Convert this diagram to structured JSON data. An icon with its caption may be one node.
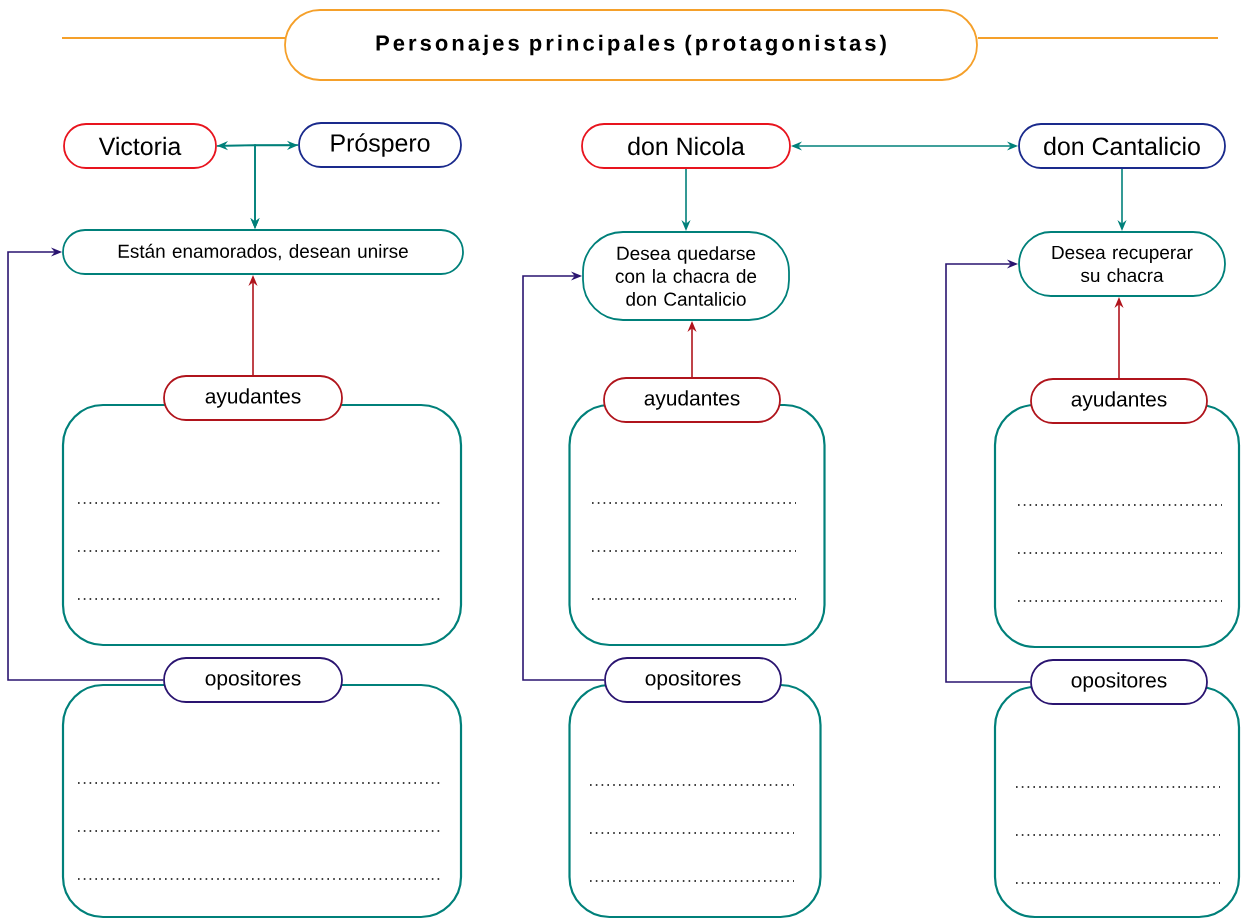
{
  "diagram": {
    "nodes": [
      {
        "text": [
          "Personajes principales (protagonistas)"
        ]
      },
      {
        "text": [
          "Victoria"
        ]
      },
      {
        "text": [
          "Próspero"
        ]
      },
      {
        "text": [
          "don Nicola"
        ]
      },
      {
        "text": [
          "don Cantalicio"
        ]
      },
      {
        "text": [
          "Están enamorados, desean unirse"
        ]
      },
      {
        "text": [
          "Desea quedarse con la chacra de don Cantalicio"
        ]
      },
      {
        "text": [
          "Desea recuperar su chacra"
        ]
      },
      {
        "text": [
          "ayudantes"
        ]
      },
      {
        "text": [
          "ayudantes"
        ]
      },
      {
        "text": [
          "ayudantes"
        ]
      },
      {
        "text": [],
        "shape": "box"
      },
      {
        "text": [],
        "shape": "box"
      },
      {
        "text": [],
        "shape": "box"
      },
      {
        "text": [
          "opositores"
        ]
      },
      {
        "text": [
          "opositores"
        ]
      },
      {
        "text": [
          "opositores"
        ]
      },
      {
        "text": [],
        "shape": "box"
      },
      {
        "text": [],
        "shape": "box"
      },
      {
        "text": [],
        "shape": "box"
      }
    ],
    "edges": [
      {
        "from": 1,
        "to": 2,
        "arrow": "both"
      },
      {
        "from": 1,
        "to": 5,
        "arrow": "to"
      },
      {
        "from": 2,
        "to": 5,
        "arrow": "to"
      },
      {
        "from": 3,
        "to": 4,
        "arrow": "both"
      },
      {
        "from": 3,
        "to": 6,
        "arrow": "to"
      },
      {
        "from": 4,
        "to": 7,
        "arrow": "to"
      },
      {
        "from": 8,
        "to": 5,
        "arrow": "to",
        "color": "#b0141c"
      },
      {
        "from": 9,
        "to": 6,
        "arrow": "to",
        "color": "#b0141c"
      },
      {
        "from": 10,
        "to": 7,
        "arrow": "to",
        "color": "#b0141c"
      },
      {
        "from": 14,
        "to": 5,
        "arrow": "to",
        "color": "#2a1470"
      },
      {
        "from": 15,
        "to": 6,
        "arrow": "to",
        "color": "#2a1470"
      },
      {
        "from": 16,
        "to": 7,
        "arrow": "to",
        "color": "#2a1470"
      }
    ]
  }
}
